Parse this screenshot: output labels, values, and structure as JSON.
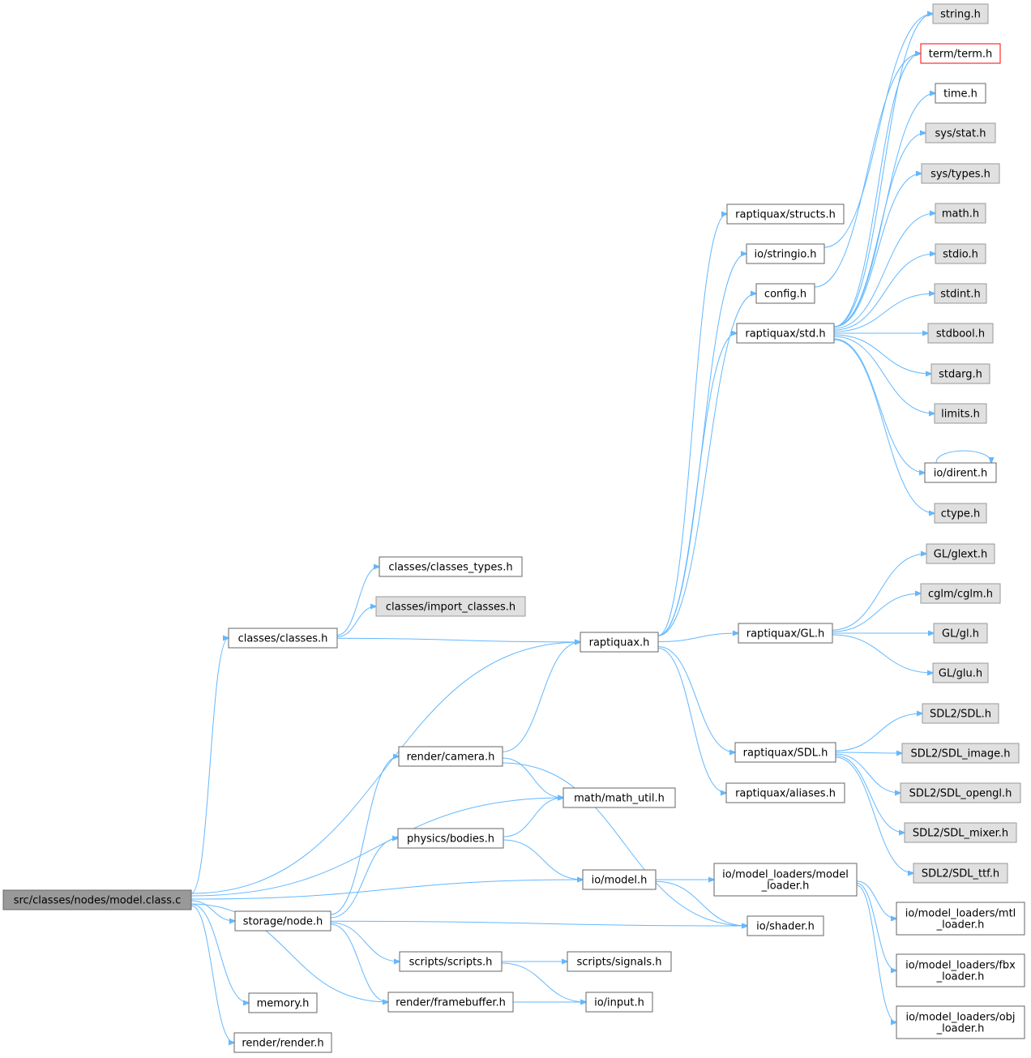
{
  "colors": {
    "edge": "#63b8ff",
    "node_border": "#666666",
    "system_fill": "#e0e0e0",
    "root_fill": "#999999",
    "missing_border": "#ff0000"
  },
  "nodes": {
    "model_class_c": {
      "label": "src/classes/nodes/model.class.c",
      "style": "root"
    },
    "classes_h": {
      "label": "classes/classes.h",
      "style": "normal"
    },
    "classes_types_h": {
      "label": "classes/classes_types.h",
      "style": "normal"
    },
    "import_classes_h": {
      "label": "classes/import_classes.h",
      "style": "system"
    },
    "raptiquax_h": {
      "label": "raptiquax.h",
      "style": "normal"
    },
    "structs_h": {
      "label": "raptiquax/structs.h",
      "style": "normal"
    },
    "stringio_h": {
      "label": "io/stringio.h",
      "style": "normal"
    },
    "config_h": {
      "label": "config.h",
      "style": "normal"
    },
    "std_h": {
      "label": "raptiquax/std.h",
      "style": "normal"
    },
    "string_h": {
      "label": "string.h",
      "style": "system"
    },
    "term_h": {
      "label": "term/term.h",
      "style": "missing"
    },
    "time_h": {
      "label": "time.h",
      "style": "normal"
    },
    "sys_stat_h": {
      "label": "sys/stat.h",
      "style": "system"
    },
    "sys_types_h": {
      "label": "sys/types.h",
      "style": "system"
    },
    "math_h": {
      "label": "math.h",
      "style": "system"
    },
    "stdio_h": {
      "label": "stdio.h",
      "style": "system"
    },
    "stdint_h": {
      "label": "stdint.h",
      "style": "system"
    },
    "stdbool_h": {
      "label": "stdbool.h",
      "style": "system"
    },
    "stdarg_h": {
      "label": "stdarg.h",
      "style": "system"
    },
    "limits_h": {
      "label": "limits.h",
      "style": "system"
    },
    "dirent_h": {
      "label": "io/dirent.h",
      "style": "normal"
    },
    "ctype_h": {
      "label": "ctype.h",
      "style": "system"
    },
    "gl_wrap_h": {
      "label": "raptiquax/GL.h",
      "style": "normal"
    },
    "glext_h": {
      "label": "GL/glext.h",
      "style": "system"
    },
    "cglm_h": {
      "label": "cglm/cglm.h",
      "style": "system"
    },
    "gl_h": {
      "label": "GL/gl.h",
      "style": "system"
    },
    "glu_h": {
      "label": "GL/glu.h",
      "style": "system"
    },
    "sdl_wrap_h": {
      "label": "raptiquax/SDL.h",
      "style": "normal"
    },
    "sdl_h": {
      "label": "SDL2/SDL.h",
      "style": "system"
    },
    "sdl_image_h": {
      "label": "SDL2/SDL_image.h",
      "style": "system"
    },
    "sdl_opengl_h": {
      "label": "SDL2/SDL_opengl.h",
      "style": "system"
    },
    "sdl_mixer_h": {
      "label": "SDL2/SDL_mixer.h",
      "style": "system"
    },
    "sdl_ttf_h": {
      "label": "SDL2/SDL_ttf.h",
      "style": "system"
    },
    "aliases_h": {
      "label": "raptiquax/aliases.h",
      "style": "normal"
    },
    "camera_h": {
      "label": "render/camera.h",
      "style": "normal"
    },
    "math_util_h": {
      "label": "math/math_util.h",
      "style": "normal"
    },
    "bodies_h": {
      "label": "physics/bodies.h",
      "style": "normal"
    },
    "model_h": {
      "label": "io/model.h",
      "style": "normal"
    },
    "model_loader_h": {
      "label": [
        "io/model_loaders/model",
        "_loader.h"
      ],
      "style": "normal"
    },
    "shader_h": {
      "label": "io/shader.h",
      "style": "normal"
    },
    "mtl_loader_h": {
      "label": [
        "io/model_loaders/mtl",
        "_loader.h"
      ],
      "style": "normal"
    },
    "fbx_loader_h": {
      "label": [
        "io/model_loaders/fbx",
        "_loader.h"
      ],
      "style": "normal"
    },
    "obj_loader_h": {
      "label": [
        "io/model_loaders/obj",
        "_loader.h"
      ],
      "style": "normal"
    },
    "node_h": {
      "label": "storage/node.h",
      "style": "normal"
    },
    "scripts_h": {
      "label": "scripts/scripts.h",
      "style": "normal"
    },
    "signals_h": {
      "label": "scripts/signals.h",
      "style": "normal"
    },
    "input_h": {
      "label": "io/input.h",
      "style": "normal"
    },
    "framebuffer_h": {
      "label": "render/framebuffer.h",
      "style": "normal"
    },
    "memory_h": {
      "label": "memory.h",
      "style": "normal"
    },
    "render_h": {
      "label": "render/render.h",
      "style": "normal"
    }
  },
  "edges": [
    [
      "model_class_c",
      "classes_h"
    ],
    [
      "model_class_c",
      "raptiquax_h"
    ],
    [
      "model_class_c",
      "math_util_h"
    ],
    [
      "model_class_c",
      "model_h"
    ],
    [
      "model_class_c",
      "node_h"
    ],
    [
      "model_class_c",
      "framebuffer_h"
    ],
    [
      "model_class_c",
      "memory_h"
    ],
    [
      "model_class_c",
      "render_h"
    ],
    [
      "classes_h",
      "classes_types_h"
    ],
    [
      "classes_h",
      "import_classes_h"
    ],
    [
      "classes_h",
      "raptiquax_h"
    ],
    [
      "raptiquax_h",
      "structs_h"
    ],
    [
      "raptiquax_h",
      "stringio_h"
    ],
    [
      "raptiquax_h",
      "config_h"
    ],
    [
      "raptiquax_h",
      "std_h"
    ],
    [
      "raptiquax_h",
      "gl_wrap_h"
    ],
    [
      "raptiquax_h",
      "sdl_wrap_h"
    ],
    [
      "raptiquax_h",
      "aliases_h"
    ],
    [
      "stringio_h",
      "string_h"
    ],
    [
      "config_h",
      "term_h"
    ],
    [
      "std_h",
      "string_h"
    ],
    [
      "std_h",
      "term_h"
    ],
    [
      "std_h",
      "time_h"
    ],
    [
      "std_h",
      "sys_stat_h"
    ],
    [
      "std_h",
      "sys_types_h"
    ],
    [
      "std_h",
      "math_h"
    ],
    [
      "std_h",
      "stdio_h"
    ],
    [
      "std_h",
      "stdint_h"
    ],
    [
      "std_h",
      "stdbool_h"
    ],
    [
      "std_h",
      "stdarg_h"
    ],
    [
      "std_h",
      "limits_h"
    ],
    [
      "std_h",
      "dirent_h"
    ],
    [
      "std_h",
      "ctype_h"
    ],
    [
      "dirent_h",
      "dirent_h"
    ],
    [
      "gl_wrap_h",
      "glext_h"
    ],
    [
      "gl_wrap_h",
      "cglm_h"
    ],
    [
      "gl_wrap_h",
      "gl_h"
    ],
    [
      "gl_wrap_h",
      "glu_h"
    ],
    [
      "sdl_wrap_h",
      "sdl_h"
    ],
    [
      "sdl_wrap_h",
      "sdl_image_h"
    ],
    [
      "sdl_wrap_h",
      "sdl_opengl_h"
    ],
    [
      "sdl_wrap_h",
      "sdl_mixer_h"
    ],
    [
      "sdl_wrap_h",
      "sdl_ttf_h"
    ],
    [
      "camera_h",
      "raptiquax_h"
    ],
    [
      "camera_h",
      "math_util_h"
    ],
    [
      "camera_h",
      "shader_h"
    ],
    [
      "bodies_h",
      "math_util_h"
    ],
    [
      "bodies_h",
      "model_h"
    ],
    [
      "model_h",
      "model_loader_h"
    ],
    [
      "model_h",
      "shader_h"
    ],
    [
      "model_loader_h",
      "mtl_loader_h"
    ],
    [
      "model_loader_h",
      "fbx_loader_h"
    ],
    [
      "model_loader_h",
      "obj_loader_h"
    ],
    [
      "node_h",
      "camera_h"
    ],
    [
      "node_h",
      "bodies_h"
    ],
    [
      "node_h",
      "shader_h"
    ],
    [
      "node_h",
      "scripts_h"
    ],
    [
      "node_h",
      "framebuffer_h"
    ],
    [
      "scripts_h",
      "signals_h"
    ],
    [
      "scripts_h",
      "input_h"
    ],
    [
      "framebuffer_h",
      "input_h"
    ]
  ]
}
